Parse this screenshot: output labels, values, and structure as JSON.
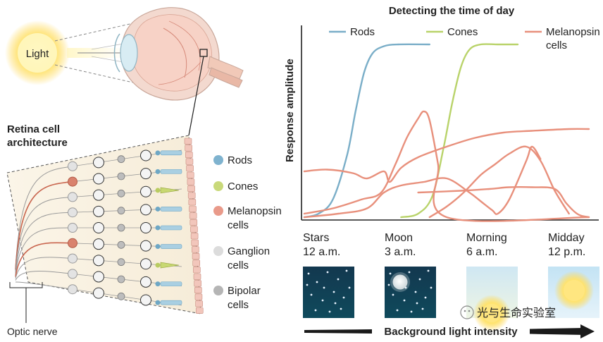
{
  "eye": {
    "light_label": "Light"
  },
  "retina": {
    "title_line1": "Retina cell",
    "title_line2": "architecture",
    "optic_nerve_label": "Optic nerve"
  },
  "legend_left": [
    {
      "label": "Rods",
      "color": "#7fb3cf"
    },
    {
      "label": "Cones",
      "color": "#c9d97a"
    },
    {
      "label": "Melanopsin",
      "label2": "cells",
      "color": "#e99a8a"
    },
    {
      "label": "Ganglion",
      "label2": "cells",
      "color": "#dcdcdc"
    },
    {
      "label": "Bipolar",
      "label2": "cells",
      "color": "#b5b5b5"
    }
  ],
  "chart": {
    "title": "Detecting the time of day",
    "ylabel": "Response amplitude",
    "xlabel": "Background light intensity",
    "legend": [
      {
        "name": "Rods",
        "color": "#7aaec8"
      },
      {
        "name": "Cones",
        "color": "#b9d36a"
      },
      {
        "name": "Melanopsin",
        "name2": "cells",
        "color": "#e8907c"
      }
    ],
    "times": [
      {
        "name": "Stars",
        "time": "12 a.m.",
        "scene": "stars"
      },
      {
        "name": "Moon",
        "time": "3 a.m.",
        "scene": "moon"
      },
      {
        "name": "Morning",
        "time": "6 a.m.",
        "scene": "morning"
      },
      {
        "name": "Midday",
        "time": "12 p.m.",
        "scene": "midday"
      }
    ]
  },
  "chart_data": {
    "type": "line",
    "title": "Detecting the time of day",
    "xlabel": "Background light intensity",
    "ylabel": "Response amplitude",
    "categories": [
      "Stars 12 a.m.",
      "Moon 3 a.m.",
      "Morning 6 a.m.",
      "Midday 12 p.m."
    ],
    "xlim": [
      0,
      1
    ],
    "ylim": [
      0,
      1
    ],
    "grid": false,
    "legend_position": "top",
    "series": [
      {
        "name": "Rods",
        "color": "#7aaec8",
        "x": [
          0.0,
          0.05,
          0.1,
          0.15,
          0.18,
          0.21,
          0.24,
          0.28,
          0.33,
          0.44
        ],
        "y": [
          0.0,
          0.02,
          0.1,
          0.35,
          0.6,
          0.82,
          0.93,
          0.97,
          0.98,
          0.98
        ]
      },
      {
        "name": "Cones",
        "color": "#b9d36a",
        "x": [
          0.34,
          0.4,
          0.45,
          0.49,
          0.52,
          0.55,
          0.58,
          0.62,
          0.68,
          0.75
        ],
        "y": [
          0.0,
          0.02,
          0.12,
          0.4,
          0.65,
          0.85,
          0.95,
          0.98,
          0.98,
          0.98
        ]
      },
      {
        "name": "Melanopsin cells 1",
        "color": "#e8907c",
        "x": [
          0.0,
          0.08,
          0.17,
          0.22,
          0.28,
          0.3,
          0.34,
          0.4,
          0.5,
          0.6,
          0.7,
          0.8,
          0.93,
          1.0
        ],
        "y": [
          0.26,
          0.27,
          0.25,
          0.22,
          0.26,
          0.2,
          0.28,
          0.34,
          0.4,
          0.45,
          0.48,
          0.49,
          0.5,
          0.5
        ]
      },
      {
        "name": "Melanopsin cells 2",
        "color": "#e8907c",
        "x": [
          0.0,
          0.1,
          0.2,
          0.27,
          0.32,
          0.36,
          0.4,
          0.42,
          0.44,
          0.47,
          0.5,
          1.0
        ],
        "y": [
          0.02,
          0.05,
          0.1,
          0.14,
          0.3,
          0.45,
          0.56,
          0.6,
          0.55,
          0.3,
          0.0,
          0.0
        ]
      },
      {
        "name": "Melanopsin cells 3",
        "color": "#e8907c",
        "x": [
          0.0,
          0.12,
          0.22,
          0.28,
          0.34,
          0.42,
          0.5,
          0.58,
          0.62,
          0.66,
          0.68,
          0.72,
          0.78,
          0.8,
          0.83
        ],
        "y": [
          0.0,
          0.02,
          0.05,
          0.14,
          0.18,
          0.2,
          0.22,
          0.14,
          0.09,
          0.04,
          0.02,
          0.1,
          0.32,
          0.4,
          0.33
        ]
      },
      {
        "name": "Melanopsin cells 4",
        "color": "#e8907c",
        "x": [
          0.44,
          0.5,
          0.56,
          0.62,
          0.67,
          0.72,
          0.78,
          0.83,
          0.88,
          0.93
        ],
        "y": [
          0.0,
          0.06,
          0.14,
          0.24,
          0.3,
          0.36,
          0.4,
          0.32,
          0.15,
          0.02
        ]
      },
      {
        "name": "Melanopsin cells 5",
        "color": "#e8907c",
        "x": [
          0.4,
          0.55,
          0.65,
          0.72,
          0.8,
          0.88,
          0.92,
          0.95,
          0.97,
          1.0
        ],
        "y": [
          0.14,
          0.15,
          0.16,
          0.17,
          0.17,
          0.16,
          0.08,
          0.03,
          0.01,
          0.0
        ]
      }
    ]
  },
  "watermark": {
    "text": "光与生命实验室"
  }
}
